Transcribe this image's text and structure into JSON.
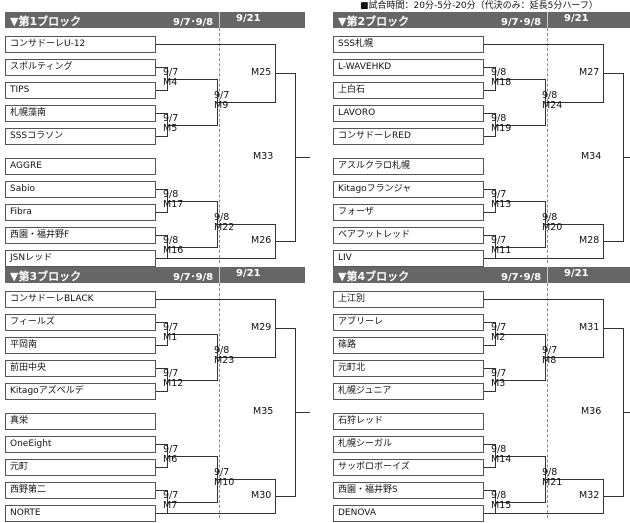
{
  "note": "■試合時間：20分-5分-20分（代決のみ：延長5分ハーフ）",
  "blocks": [
    {
      "title": "▼第1ブロック",
      "date1": "9/7･9/8",
      "date2": "9/21",
      "teams": [
        "コンサドーレU-12",
        "スポルティング",
        "TIPS",
        "札幌藻南",
        "SSSコラソン",
        "AGGRE",
        "Sabio",
        "Fibra",
        "西園・福井野F",
        "JSNレッド"
      ],
      "matches": [
        {
          "date": "9/7",
          "code": "M4"
        },
        {
          "date": "9/7",
          "code": "M5"
        },
        {
          "date": "9/7",
          "code": "M9"
        },
        {
          "date": "",
          "code": "M25"
        },
        {
          "date": "9/8",
          "code": "M17"
        },
        {
          "date": "9/8",
          "code": "M16"
        },
        {
          "date": "9/8",
          "code": "M22"
        },
        {
          "date": "",
          "code": "M26"
        },
        {
          "date": "",
          "code": "M33"
        }
      ]
    },
    {
      "title": "▼第2ブロック",
      "date1": "9/7･9/8",
      "date2": "9/21",
      "teams": [
        "SSS札幌",
        "L-WAVEHKD",
        "上白石",
        "LAVORO",
        "コンサドーレRED",
        "アスルクラロ札幌",
        "Kitagoフランジャ",
        "フォーザ",
        "ベアフットレッド",
        "LIV"
      ],
      "matches": [
        {
          "date": "9/8",
          "code": "M18"
        },
        {
          "date": "9/8",
          "code": "M19"
        },
        {
          "date": "9/8",
          "code": "M24"
        },
        {
          "date": "",
          "code": "M27"
        },
        {
          "date": "9/7",
          "code": "M13"
        },
        {
          "date": "9/7",
          "code": "M11"
        },
        {
          "date": "9/8",
          "code": "M20"
        },
        {
          "date": "",
          "code": "M28"
        },
        {
          "date": "",
          "code": "M34"
        }
      ]
    },
    {
      "title": "▼第3ブロック",
      "date1": "9/7･9/8",
      "date2": "9/21",
      "teams": [
        "コンサドーレBLACK",
        "フィールズ",
        "平岡南",
        "前田中央",
        "Kitagoアズペルデ",
        "真栄",
        "OneEight",
        "元町",
        "西野第二",
        "NORTE"
      ],
      "matches": [
        {
          "date": "9/7",
          "code": "M1"
        },
        {
          "date": "9/7",
          "code": "M12"
        },
        {
          "date": "9/8",
          "code": "M23"
        },
        {
          "date": "",
          "code": "M29"
        },
        {
          "date": "9/7",
          "code": "M6"
        },
        {
          "date": "9/7",
          "code": "M7"
        },
        {
          "date": "9/7",
          "code": "M10"
        },
        {
          "date": "",
          "code": "M30"
        },
        {
          "date": "",
          "code": "M35"
        }
      ]
    },
    {
      "title": "▼第4ブロック",
      "date1": "9/7･9/8",
      "date2": "9/21",
      "teams": [
        "上江別",
        "アブリーレ",
        "篠路",
        "元町北",
        "札幌ジュニア",
        "石狩レッド",
        "札幌シーガル",
        "サッポロボーイズ",
        "西園・福井野S",
        "DENOVA"
      ],
      "matches": [
        {
          "date": "9/7",
          "code": "M2"
        },
        {
          "date": "9/7",
          "code": "M3"
        },
        {
          "date": "9/7",
          "code": "M8"
        },
        {
          "date": "",
          "code": "M31"
        },
        {
          "date": "9/8",
          "code": "M14"
        },
        {
          "date": "9/8",
          "code": "M15"
        },
        {
          "date": "9/8",
          "code": "M21"
        },
        {
          "date": "",
          "code": "M32"
        },
        {
          "date": "",
          "code": "M36"
        }
      ]
    }
  ]
}
